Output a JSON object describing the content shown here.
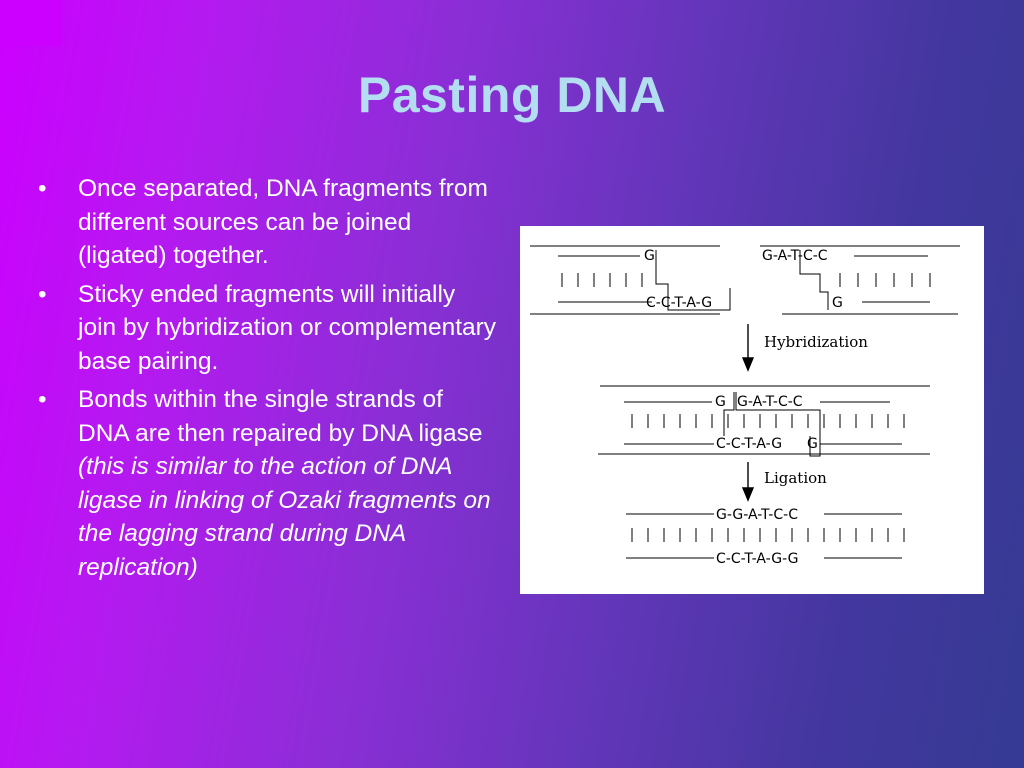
{
  "slide": {
    "title": "Pasting DNA",
    "bullet_char": "•",
    "bullets": [
      {
        "text": "Once separated, DNA fragments from different sources can be joined (ligated) together."
      },
      {
        "text": "Sticky ended fragments will initially join by hybridization or complementary base pairing."
      },
      {
        "text": "Bonds within the single strands of DNA are then repaired by DNA ligase ",
        "italic": "(this is similar to the action of DNA ligase in linking of Ozaki fragments on the lagging strand during DNA replication)"
      }
    ]
  },
  "figure": {
    "stage1": {
      "left_top": "G",
      "left_bottom": "C-C-T-A-G",
      "right_top": "G-A-T-C-C",
      "right_bottom": "G"
    },
    "step1_label": "Hybridization",
    "stage2": {
      "top_left": "G",
      "top_right": "G-A-T-C-C",
      "bottom_left": "C-C-T-A-G",
      "bottom_right": "G"
    },
    "step2_label": "Ligation",
    "stage3": {
      "top": "G-G-A-T-C-C",
      "bottom": "C-C-T-A-G-G"
    }
  }
}
